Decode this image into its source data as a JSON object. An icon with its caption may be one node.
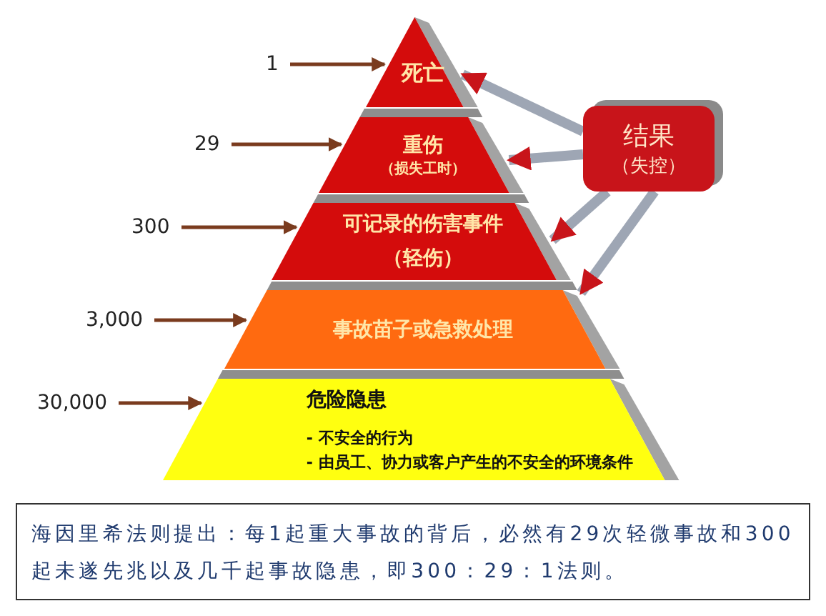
{
  "diagram": {
    "caption": "海因里希法则提出：每1起重大事故的背后，必然有29次轻微事故和300起未遂先兆以及几千起事故隐患，即300：29：1法则。",
    "nodes": [
      {
        "text": [
          "死亡"
        ]
      },
      {
        "text": [
          "重伤",
          "（损失工时）"
        ]
      },
      {
        "text": [
          "可记录的伤害事件",
          "（轻伤）"
        ]
      },
      {
        "text": [
          "事故苗子或急救处理"
        ]
      },
      {
        "text": [
          "危险隐患",
          "- 不安全的行为",
          "- 由员工、协力或客户产生的不安全的环境条件"
        ]
      },
      {
        "text": [
          "结果",
          "（失控）"
        ]
      },
      {
        "text": [
          "1"
        ]
      },
      {
        "text": [
          "29"
        ]
      },
      {
        "text": [
          "300"
        ]
      },
      {
        "text": [
          "3,000"
        ]
      },
      {
        "text": [
          "30,000"
        ]
      }
    ],
    "edges": [
      {
        "from": 6,
        "to": 0,
        "arrow": "to"
      },
      {
        "from": 7,
        "to": 1,
        "arrow": "to"
      },
      {
        "from": 8,
        "to": 2,
        "arrow": "to"
      },
      {
        "from": 9,
        "to": 3,
        "arrow": "to"
      },
      {
        "from": 10,
        "to": 4,
        "arrow": "to"
      },
      {
        "from": 5,
        "to": 0,
        "arrow": "to",
        "style": "thick",
        "color": "#9ea6b4"
      },
      {
        "from": 5,
        "to": 1,
        "arrow": "to",
        "style": "thick",
        "color": "#9ea6b4"
      },
      {
        "from": 5,
        "to": 2,
        "arrow": "to",
        "style": "thick",
        "color": "#9ea6b4"
      },
      {
        "from": 5,
        "to": 3,
        "arrow": "to",
        "style": "thick",
        "color": "#9ea6b4"
      }
    ]
  }
}
